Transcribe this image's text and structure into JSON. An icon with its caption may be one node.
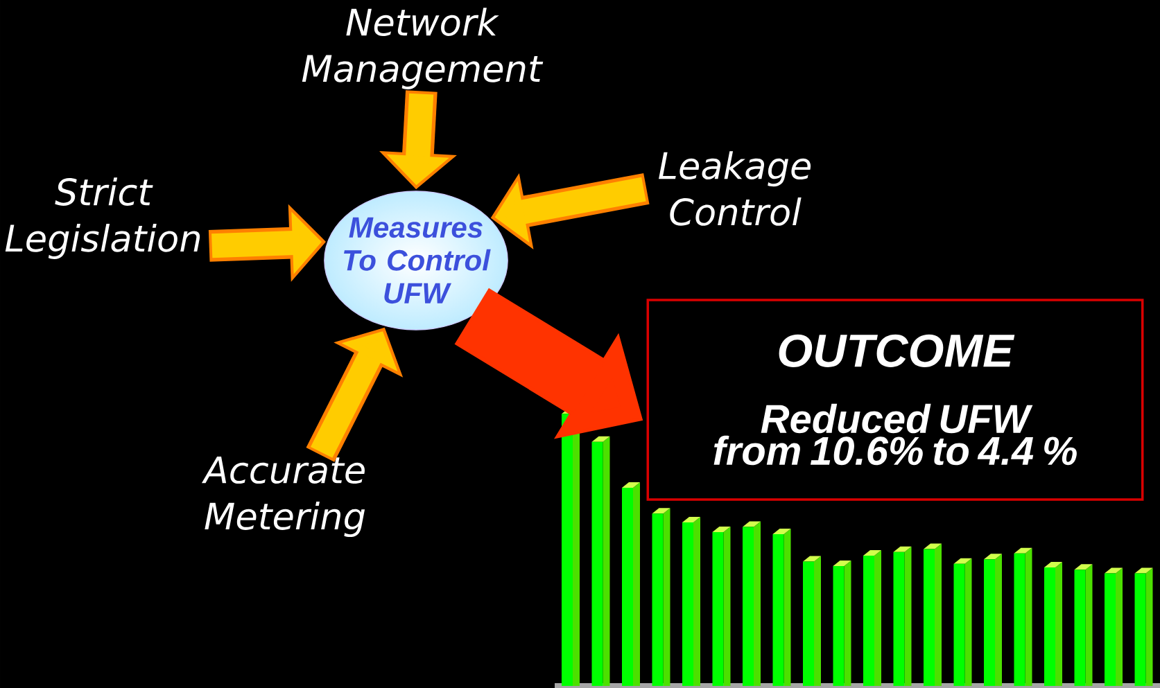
{
  "diagram": {
    "nodes": [
      {
        "text": [
          "Network Management"
        ]
      },
      {
        "text": [
          "Strict Legislation"
        ]
      },
      {
        "text": [
          "Leakage Control"
        ]
      },
      {
        "text": [
          "Accurate Metering"
        ]
      },
      {
        "text": [
          "Measures To Control UFW"
        ]
      },
      {
        "text": [
          "OUTCOME",
          "Reduced UFW from 10.6% to 4.4 %"
        ]
      }
    ],
    "edges": [
      {
        "from": 0,
        "to": 4,
        "arrow": "to"
      },
      {
        "from": 1,
        "to": 4,
        "arrow": "to"
      },
      {
        "from": 2,
        "to": 4,
        "arrow": "to"
      },
      {
        "from": 3,
        "to": 4,
        "arrow": "to"
      },
      {
        "from": 4,
        "to": 5,
        "arrow": "to",
        "style": "thick",
        "color": "#ff3300"
      }
    ]
  }
}
